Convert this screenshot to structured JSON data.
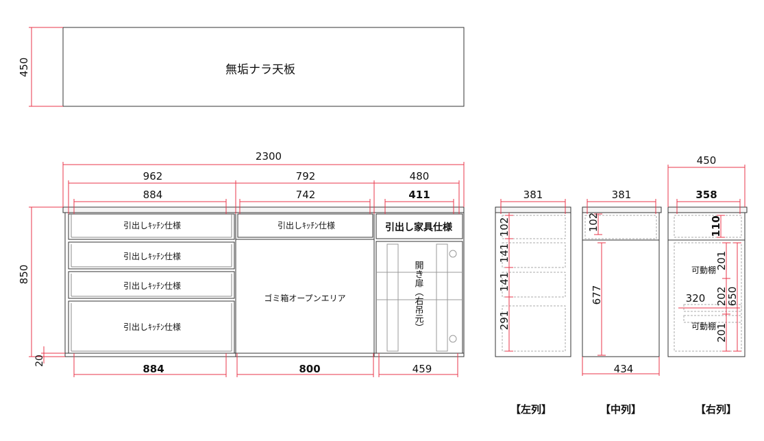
{
  "top_view": {
    "label": "無垢ナラ天板",
    "depth": "450"
  },
  "front": {
    "overall_width": "2300",
    "height": "850",
    "plinth": "20",
    "sections": [
      {
        "width": "962",
        "inner": "884",
        "bottom_width": "884"
      },
      {
        "width": "792",
        "inner": "742",
        "bottom_width": "800"
      },
      {
        "width": "480",
        "inner": "411",
        "bottom_width": "459"
      }
    ],
    "left_drawers": [
      "引出しｷｯﾁﾝ仕様",
      "引出しｷｯﾁﾝ仕様",
      "引出しｷｯﾁﾝ仕様",
      "引出しｷｯﾁﾝ仕様"
    ],
    "mid_drawer": "引出しｷｯﾁﾝ仕様",
    "mid_open": "ゴミ箱オープンエリア",
    "right_drawer": "引出し家具仕様",
    "right_door": "開き扉（右吊元）"
  },
  "side_left": {
    "caption": "【左列】",
    "width": "381",
    "heights": [
      "102",
      "141",
      "141",
      "291"
    ]
  },
  "side_middle": {
    "caption": "【中列】",
    "width": "381",
    "top": "102",
    "height": "677",
    "bottom_depth": "434"
  },
  "side_right": {
    "caption": "【右列】",
    "depth": "450",
    "inner": "358",
    "top": "110",
    "shelf_pitches": [
      "201",
      "202",
      "201"
    ],
    "inner_height": "650",
    "shelf_depth": "320",
    "shelf_label": "可動棚"
  },
  "colors": {
    "dimension": "#e8364a",
    "outline": "#333333",
    "light": "#9a9a9a"
  }
}
